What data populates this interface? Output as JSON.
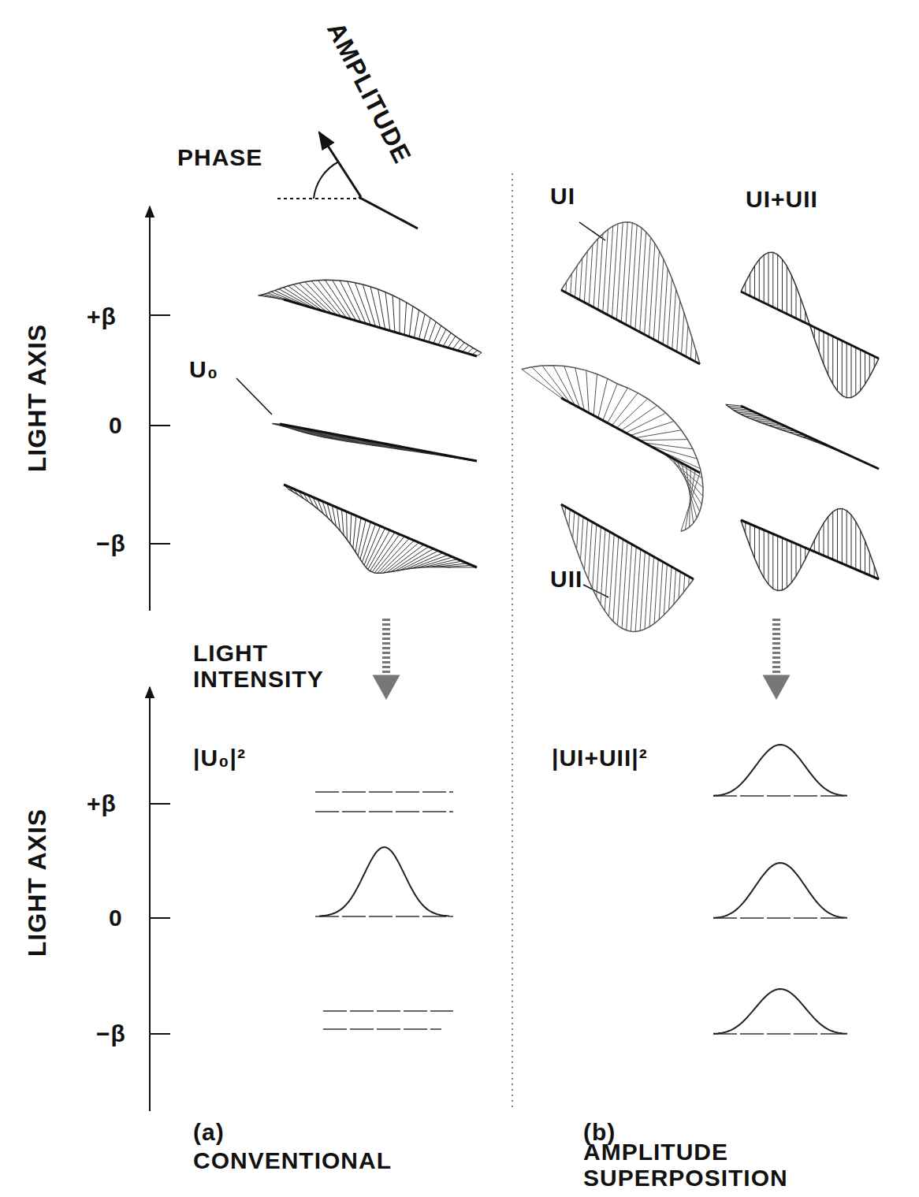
{
  "diagram": {
    "labels": [
      "AMPLITUDE",
      "PHASE",
      "LIGHT AXIS",
      "+β",
      "0",
      "−β",
      "U₀",
      "UI",
      "UI+UII",
      "UII",
      "LIGHT INTENSITY",
      "LIGHT AXIS",
      "+β",
      "0",
      "−β",
      "|U₀|²",
      "|UI+UII|²",
      "(a)",
      "CONVENTIONAL",
      "(b)",
      "AMPLITUDE SUPERPOSITION"
    ]
  }
}
